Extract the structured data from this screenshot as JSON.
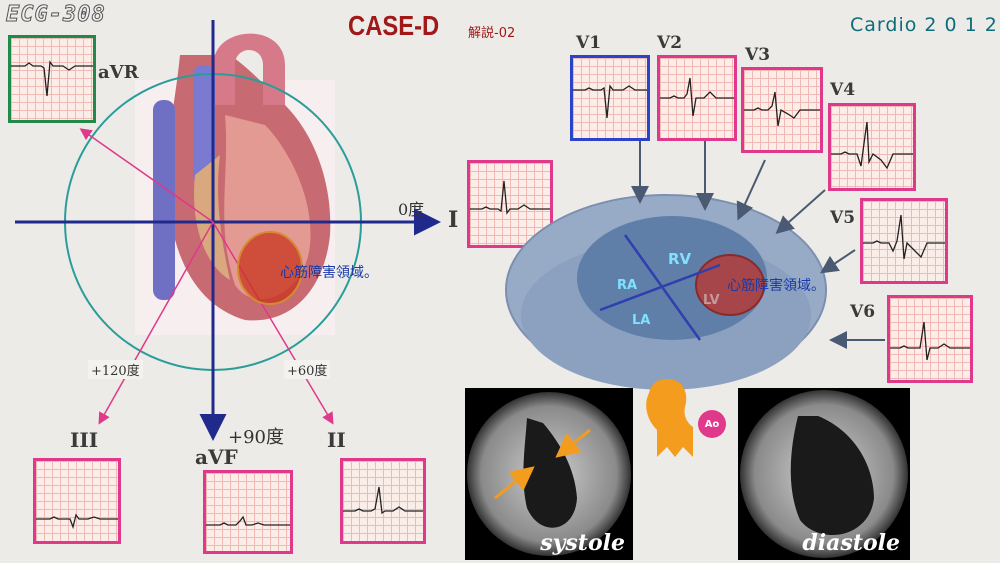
{
  "header": {
    "slide_id": "ECG-308",
    "case_title": "CASE-D",
    "case_subtitle": "解説-02",
    "brand": "Cardio 2 0 1 2"
  },
  "colors": {
    "axis_blue": "#1f2a8c",
    "lead_pink": "#e0388a",
    "circle_teal": "#2a9d9a",
    "avr_green": "#1f8a4a",
    "v1_blue": "#2a43c8",
    "lesion_red": "#c8341e",
    "arrow_orange": "#f39c1e"
  },
  "axis_diagram": {
    "label_0deg": "0度",
    "label_60deg": "+60度",
    "label_90deg": "+90度",
    "label_120deg": "+120度",
    "lesion_label": "心筋障害領域。",
    "lead_aVR": "aVR",
    "lead_I": "I",
    "lead_II": "II",
    "lead_III": "III",
    "lead_aVF": "aVF"
  },
  "chest_leads": {
    "V1": "V1",
    "V2": "V2",
    "V3": "V3",
    "V4": "V4",
    "V5": "V5",
    "V6": "V6"
  },
  "cross_section": {
    "RV": "RV",
    "RA": "RA",
    "LA": "LA",
    "LV": "LV",
    "lesion_label": "心筋障害領域。",
    "aorta": "Ao"
  },
  "angiogram": {
    "systole": "systole",
    "diastole": "diastole"
  }
}
